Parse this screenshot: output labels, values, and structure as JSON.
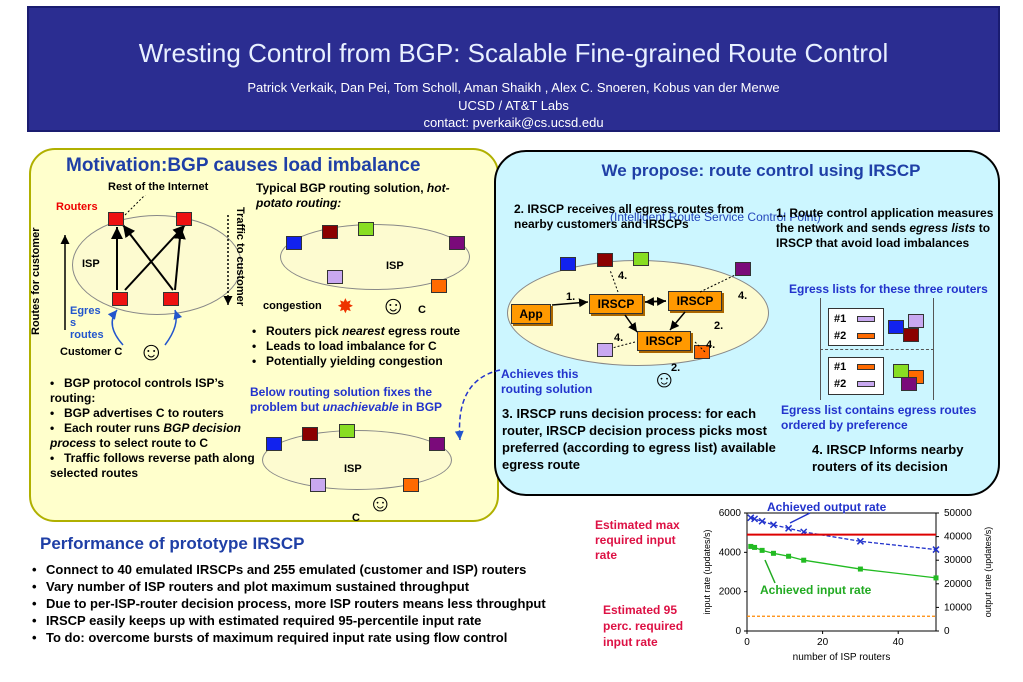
{
  "header": {
    "title": "Wresting Control from BGP: Scalable Fine-grained Route Control",
    "authors": "Patrick Verkaik, Dan Pei, Tom Scholl, Aman Shaikh , Alex C. Snoeren, Kobus van der Merwe",
    "affiliation": "UCSD / AT&T Labs",
    "contact": "contact: pverkaik@cs.ucsd.edu"
  },
  "motivation": {
    "title": "Motivation:BGP causes load imbalance",
    "rest_of_internet": "Rest of the Internet",
    "routers": "Routers",
    "isp": "ISP",
    "egress_routes": "Egres s routes",
    "customer_c": "Customer C",
    "routes_for_customer": "Routes for customer",
    "traffic_to_customer": "Traffic to customer",
    "hot_potato_pre": "Typical BGP routing solution, ",
    "hot_potato_em": "hot-potato routing:",
    "isp2": "ISP",
    "congestion": "congestion",
    "c_label": "C",
    "pick_bullets": [
      {
        "pre": "Routers pick ",
        "em": "nearest",
        "post": " egress route"
      },
      {
        "pre": "Leads to load imbalance for C",
        "em": "",
        "post": ""
      },
      {
        "pre": "Potentially yielding congestion",
        "em": "",
        "post": ""
      }
    ],
    "bgp_bullets": [
      {
        "pre": "BGP protocol controls ISP’s routing:",
        "em": "",
        "post": ""
      },
      {
        "pre": "BGP advertises C to routers",
        "em": "",
        "post": ""
      },
      {
        "pre": "Each router runs ",
        "em": "BGP decision process",
        "post": " to select route to C"
      },
      {
        "pre": "Traffic follows reverse path along selected routes",
        "em": "",
        "post": ""
      }
    ],
    "below_pre": "Below routing solution fixes the problem but ",
    "below_em": "unachievable",
    "below_post": " in BGP",
    "isp3": "ISP",
    "c_label2": "C"
  },
  "propose": {
    "title": "We propose: route control using IRSCP",
    "subtitle": "(Intelligent Route Service Control Point)",
    "step1_pre": "1. Route control application measures the network and sends ",
    "step1_em": "egress lists",
    "step1_post": " to IRSCP that avoid load imbalances",
    "step2": "2. IRSCP receives all egress routes from nearby customers and IRSCPs",
    "step3": "3. IRSCP runs decision process: for each router, IRSCP decision process picks most preferred (according to egress list) available egress route",
    "step4": "4. IRSCP Informs nearby routers of its decision",
    "app": "App",
    "irscp": "IRSCP",
    "n1": "1.",
    "n2": "2.",
    "n2b": "2.",
    "n4a": "4.",
    "n4b": "4.",
    "n4c": "4.",
    "n4d": "4.",
    "achieves": "Achieves this routing solution",
    "egress_lists_title": "Egress lists for these three routers",
    "rank1": "#1",
    "rank2": "#2",
    "rank1b": "#1",
    "rank2b": "#2",
    "egress_note": "Egress list contains egress routes ordered by preference"
  },
  "performance": {
    "title": "Performance of prototype IRSCP",
    "bullets": [
      "Connect to 40 emulated IRSCPs and 255 emulated (customer and ISP) routers",
      "Vary number of ISP routers and plot maximum sustained throughput",
      "Due to per-ISP-router decision process, more ISP routers means less throughput",
      "IRSCP easily keeps up with estimated required 95-percentile input rate",
      "To do: overcome bursts of maximum required input rate using flow control"
    ]
  },
  "chart_data": {
    "type": "line",
    "xlabel": "number of ISP routers",
    "ylabel": "input rate (updates/s)",
    "y2label": "output rate (updates/s)",
    "xlim": [
      0,
      50
    ],
    "ylim": [
      0,
      6000
    ],
    "y2lim": [
      0,
      50000
    ],
    "x_ticks": [
      "0",
      "20",
      "40"
    ],
    "y_ticks": [
      "0",
      "2000",
      "4000",
      "6000"
    ],
    "y2_ticks": [
      "0",
      "10000",
      "20000",
      "30000",
      "40000",
      "50000"
    ],
    "series": [
      {
        "name": "Achieved output rate",
        "axis": "y2",
        "color": "#2233cc",
        "x": [
          1,
          2,
          4,
          7,
          11,
          15,
          30,
          50
        ],
        "y": [
          48000,
          47500,
          46500,
          45000,
          43500,
          42000,
          38000,
          34500
        ]
      },
      {
        "name": "Achieved input rate",
        "axis": "y",
        "color": "#22bb22",
        "x": [
          1,
          2,
          4,
          7,
          11,
          15,
          30,
          50
        ],
        "y": [
          4300,
          4250,
          4100,
          3950,
          3800,
          3600,
          3150,
          2700
        ]
      },
      {
        "name": "Estimated max required input rate",
        "axis": "y",
        "color": "#dd0000",
        "x": [
          0,
          50
        ],
        "y": [
          4900,
          4900
        ]
      },
      {
        "name": "Estimated 95 perc. required input rate",
        "axis": "y",
        "color": "#ff8800",
        "x": [
          0,
          50
        ],
        "y": [
          750,
          750
        ]
      }
    ],
    "labels": {
      "out": "Achieved output rate",
      "in": "Achieved input rate",
      "max": "Estimated max required input rate",
      "p95": "Estimated 95 perc. required input rate"
    }
  }
}
